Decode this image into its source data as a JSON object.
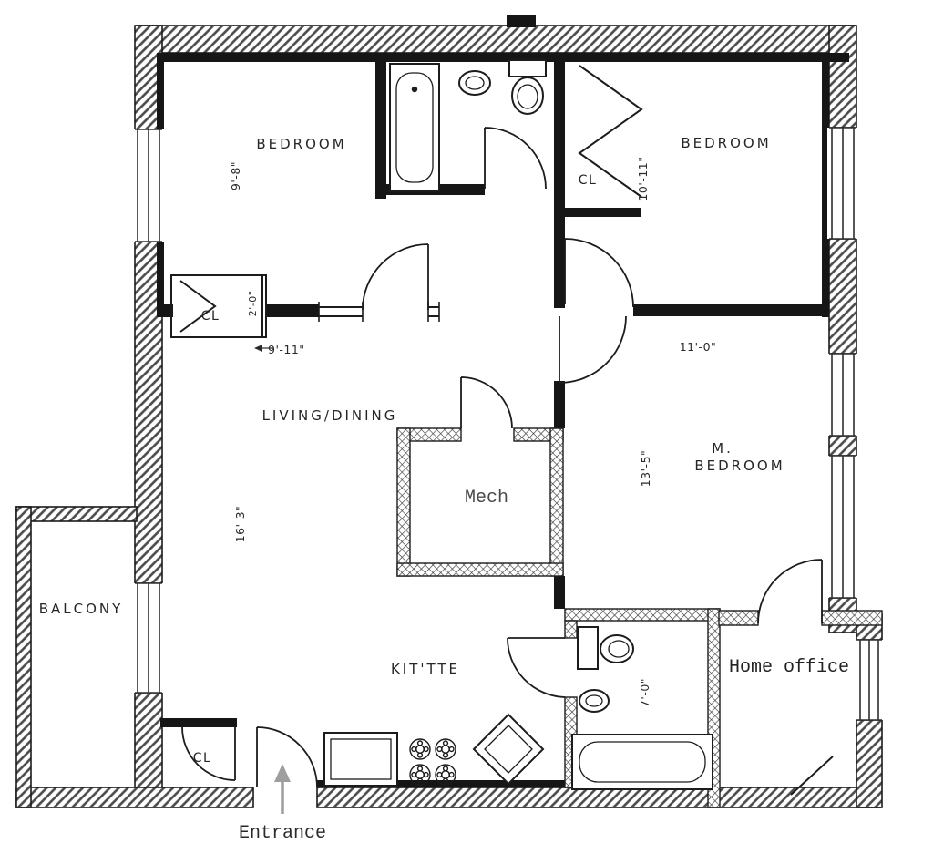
{
  "plan": {
    "rooms": {
      "bedroom_left": {
        "label": "BEDROOM",
        "dim": "9'-8\""
      },
      "bedroom_right": {
        "label": "BEDROOM",
        "closet": "CL",
        "dim": "10'-11\""
      },
      "living_dining": {
        "label": "LIVING/DINING",
        "dim": "16'-3\""
      },
      "master_bedroom": {
        "label_line1": "M.",
        "label_line2": "BEDROOM",
        "dim_vertical": "13'-5\"",
        "dim_horizontal": "11'-0\""
      },
      "mech": {
        "label": "Mech"
      },
      "kitchenette": {
        "label": "KIT'TTE"
      },
      "balcony": {
        "label": "BALCONY"
      },
      "bathroom_lower": {
        "dim": "7'-0\""
      },
      "home_office": {
        "label": "Home office"
      },
      "closet_hall": {
        "label": "CL",
        "dim_depth": "2'-0\"",
        "dim_width": "9'-11\""
      },
      "closet_entry": {
        "label": "CL"
      },
      "entrance": {
        "label": "Entrance"
      }
    },
    "colors": {
      "paper": "#ffffff",
      "ink": "#1c1c1c",
      "wall_hatch": "#4a4a4a",
      "entrance_arrow": "#9e9e9e"
    }
  }
}
